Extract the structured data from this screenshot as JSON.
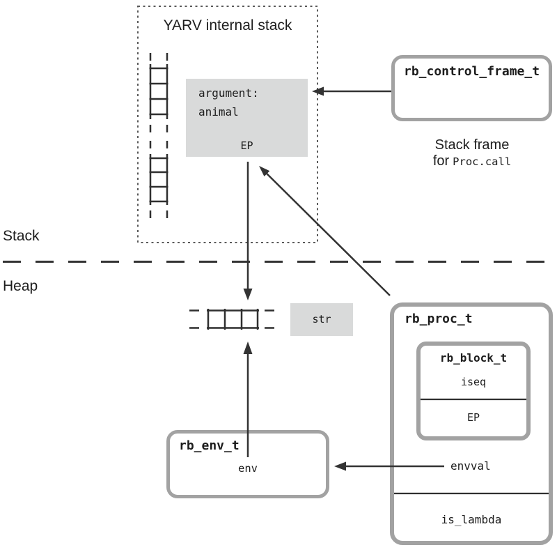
{
  "colors": {
    "border_gray": "#a2a2a2",
    "fill_gray": "#d9dada",
    "line": "#333333",
    "text": "#1d1d1d",
    "dotted": "#5a5a5a"
  },
  "icons": {
    "yarv_stack_ladder": "dashed-vertical-ladder",
    "string_value_cells": "dashed-horizontal-cell-strip"
  },
  "stack_area": {
    "title": "YARV internal stack",
    "region_label": "Stack",
    "ep_cell": {
      "arg_line1": "argument:",
      "arg_line2": "animal",
      "ep_label": "EP"
    }
  },
  "control_frame": {
    "title": "rb_control_frame_t",
    "caption_line1": "Stack frame",
    "caption_line2_prefix": "for",
    "caption_line2_code": "Proc.call"
  },
  "heap_area": {
    "region_label": "Heap",
    "str_label": "str"
  },
  "proc": {
    "title": "rb_proc_t",
    "block": {
      "title": "rb_block_t",
      "iseq_label": "iseq",
      "ep_label": "EP"
    },
    "envval_label": "envval",
    "is_lambda_label": "is_lambda"
  },
  "env": {
    "title": "rb_env_t",
    "env_label": "env"
  }
}
